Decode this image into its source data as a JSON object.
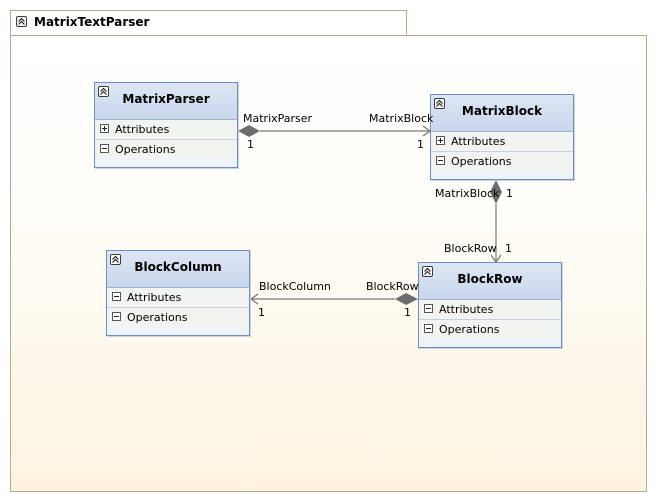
{
  "package": {
    "title": "MatrixTextParser"
  },
  "classes": {
    "matrix_parser": {
      "name": "MatrixParser",
      "sections": [
        "Attributes",
        "Operations"
      ]
    },
    "matrix_block": {
      "name": "MatrixBlock",
      "sections": [
        "Attributes",
        "Operations"
      ]
    },
    "block_column": {
      "name": "BlockColumn",
      "sections": [
        "Attributes",
        "Operations"
      ]
    },
    "block_row": {
      "name": "BlockRow",
      "sections": [
        "Attributes",
        "Operations"
      ]
    }
  },
  "associations": {
    "parser_block": {
      "source_role": "MatrixParser",
      "source_mult": "1",
      "target_role": "MatrixBlock",
      "target_mult": "1"
    },
    "block_row": {
      "source_role": "MatrixBlock",
      "source_mult": "1",
      "target_role": "BlockRow",
      "target_mult": "1"
    },
    "row_column": {
      "source_role": "BlockRow",
      "source_mult": "1",
      "target_role": "BlockColumn",
      "target_mult": "1"
    }
  }
}
